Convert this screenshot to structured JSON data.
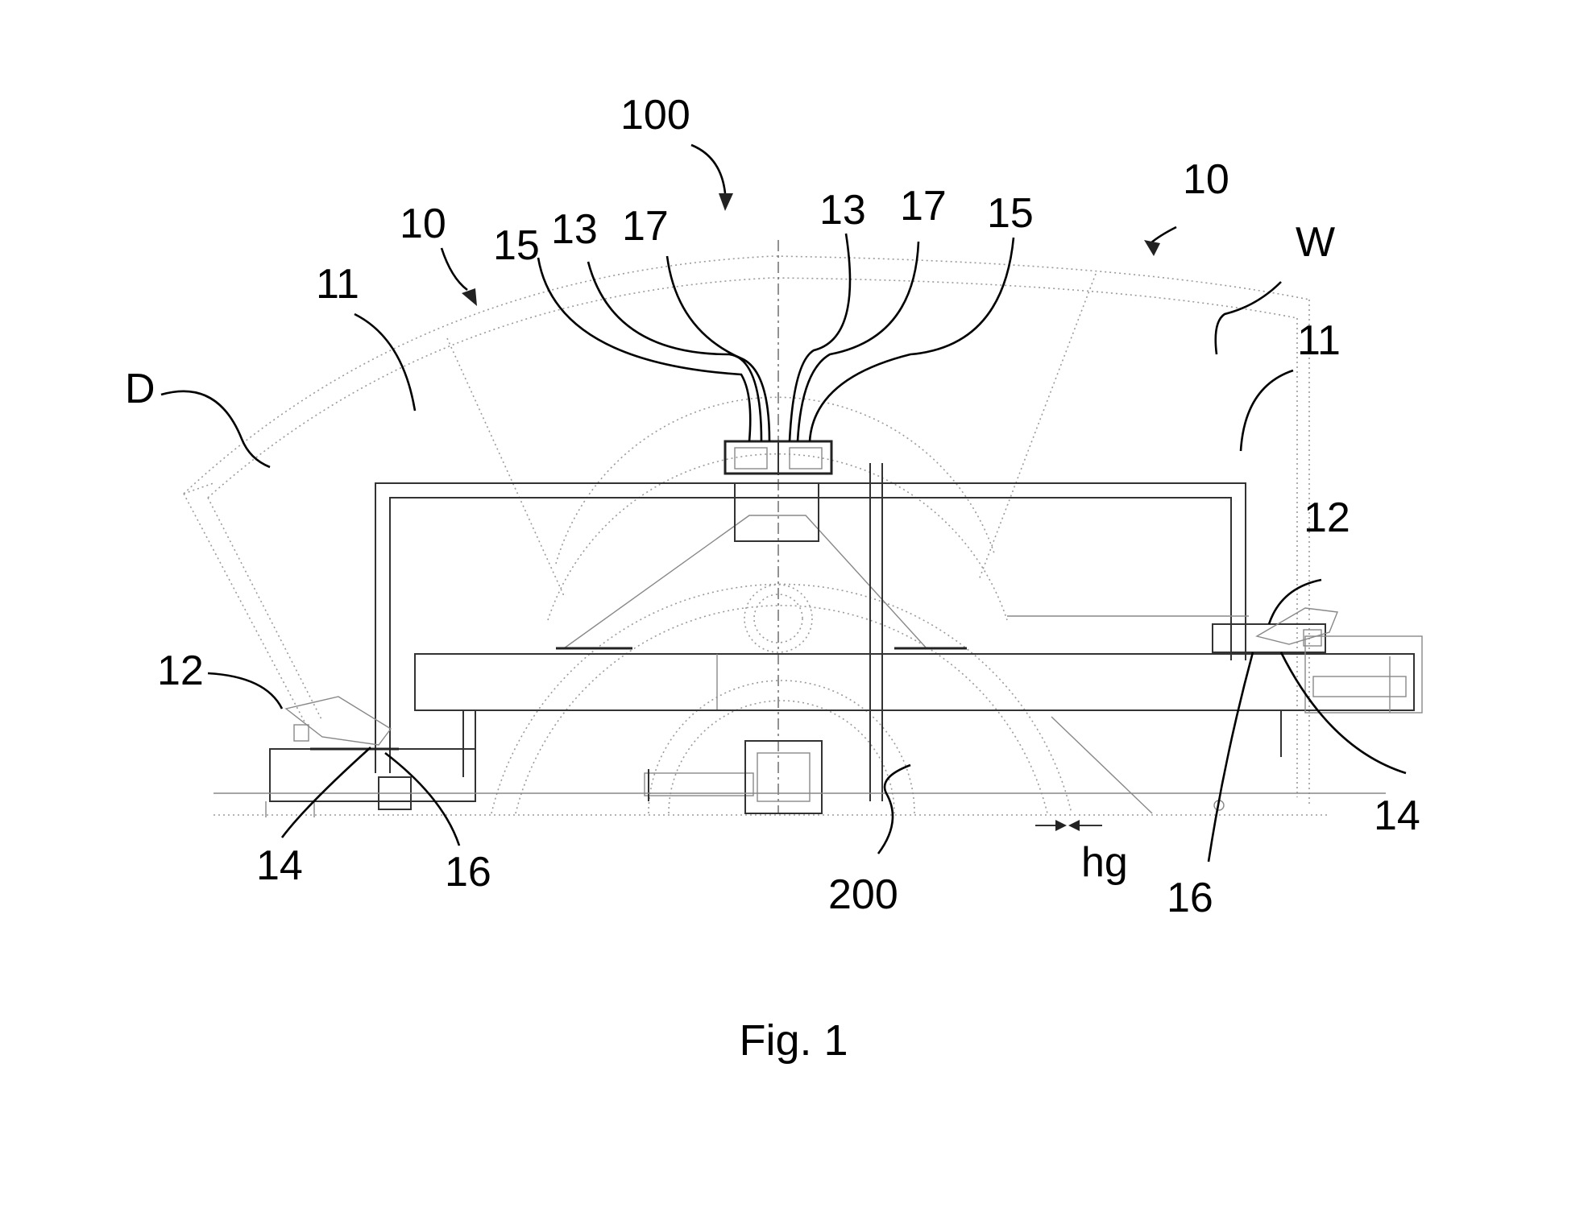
{
  "figure": {
    "caption": "Fig. 1",
    "labels": {
      "l100": "100",
      "l10_left": "10",
      "l10_right": "10",
      "l11_left": "11",
      "l11_right": "11",
      "lD": "D",
      "lW": "W",
      "l15_left": "15",
      "l13_left": "13",
      "l17_left": "17",
      "l13_right": "13",
      "l17_right": "17",
      "l15_right": "15",
      "l12_left": "12",
      "l12_right": "12",
      "l14_left": "14",
      "l14_right": "14",
      "l16_left": "16",
      "l16_right": "16",
      "l200": "200",
      "lhg": "hg"
    }
  }
}
